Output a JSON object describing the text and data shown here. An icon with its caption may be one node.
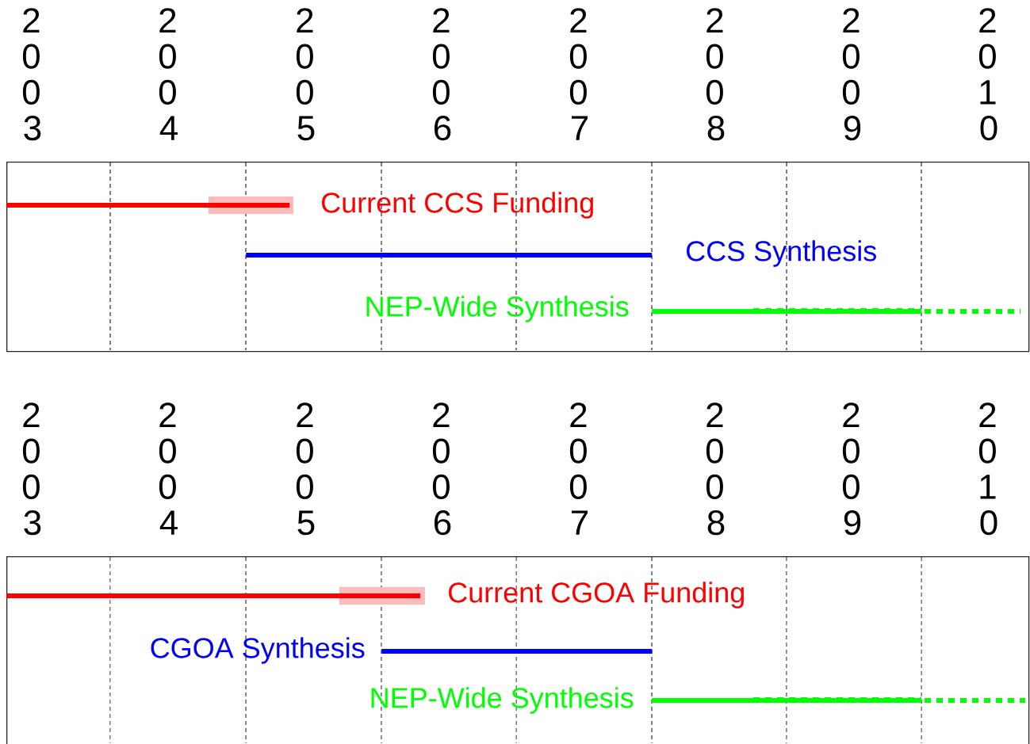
{
  "diagram": {
    "nodes": [
      {
        "text": [],
        "shape": "box"
      },
      {
        "text": [],
        "shape": "bar",
        "in": 0,
        "beside": [
          "Current CCS Funding"
        ]
      },
      {
        "text": [],
        "shape": "bar",
        "in": 0,
        "beside": [
          "CCS Synthesis"
        ]
      },
      {
        "text": [],
        "shape": "bar",
        "in": 0,
        "beside": [
          "NEP-Wide Synthesis"
        ]
      },
      {
        "text": [],
        "shape": "box"
      },
      {
        "text": [],
        "shape": "bar",
        "in": 4,
        "beside": [
          "Current CGOA Funding"
        ]
      },
      {
        "text": [],
        "shape": "bar",
        "in": 4,
        "beside": [
          "CGOA Synthesis"
        ]
      },
      {
        "text": [],
        "shape": "bar",
        "in": 4,
        "beside": [
          "NEP-Wide Synthesis"
        ]
      }
    ],
    "labels": [
      "2003",
      "2004",
      "2005",
      "2006",
      "2007",
      "2008",
      "2009",
      "2010",
      "2003",
      "2004",
      "2005",
      "2006",
      "2007",
      "2008",
      "2009",
      "2010"
    ]
  }
}
